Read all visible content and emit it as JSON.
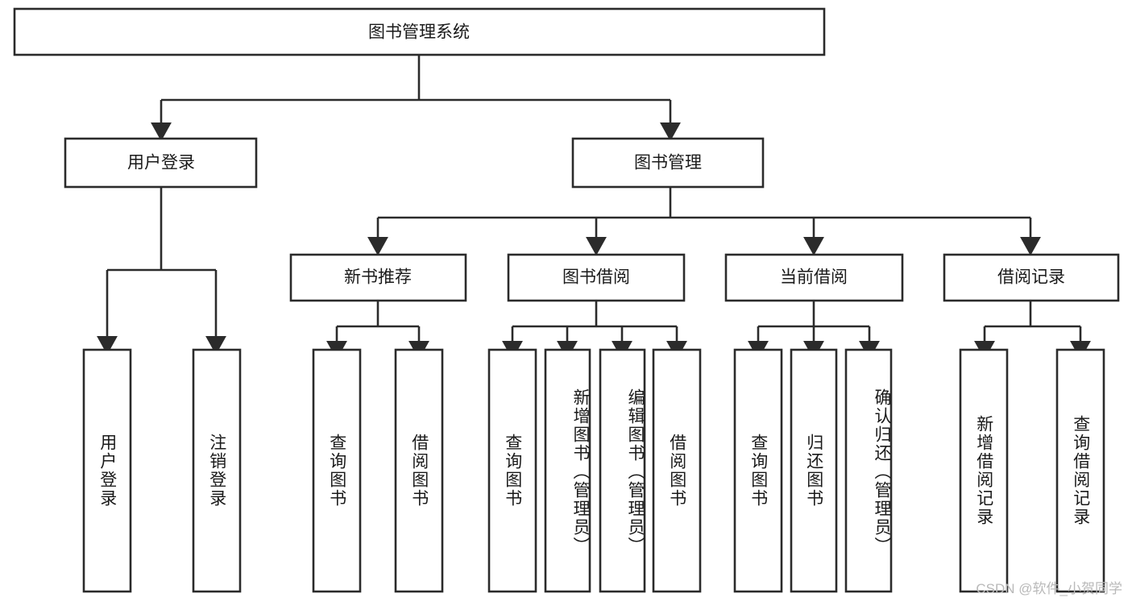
{
  "diagram": {
    "title": "图书管理系统",
    "watermark": "CSDN @软件_小贺同学",
    "colors": {
      "stroke": "#2b2b2b",
      "fill": "#ffffff",
      "text": "#1a1a1a",
      "watermark": "#b9b9b9"
    },
    "root": {
      "label": "图书管理系统"
    },
    "level2": [
      {
        "label": "用户登录"
      },
      {
        "label": "图书管理"
      }
    ],
    "level3": [
      {
        "label": "新书推荐"
      },
      {
        "label": "图书借阅"
      },
      {
        "label": "当前借阅"
      },
      {
        "label": "借阅记录"
      }
    ],
    "leaves": {
      "user_login": [
        {
          "label": "用户登录"
        },
        {
          "label": "注销登录"
        }
      ],
      "new_book_recommend": [
        {
          "label": "查询图书"
        },
        {
          "label": "借阅图书"
        }
      ],
      "book_borrow": [
        {
          "label": "查询图书"
        },
        {
          "label": "新增图书（管理员）"
        },
        {
          "label": "编辑图书（管理员）"
        },
        {
          "label": "借阅图书"
        }
      ],
      "current_borrow": [
        {
          "label": "查询图书"
        },
        {
          "label": "归还图书"
        },
        {
          "label": "确认归还（管理员）"
        }
      ],
      "borrow_record": [
        {
          "label": "新增借阅记录"
        },
        {
          "label": "查询借阅记录"
        }
      ]
    }
  }
}
